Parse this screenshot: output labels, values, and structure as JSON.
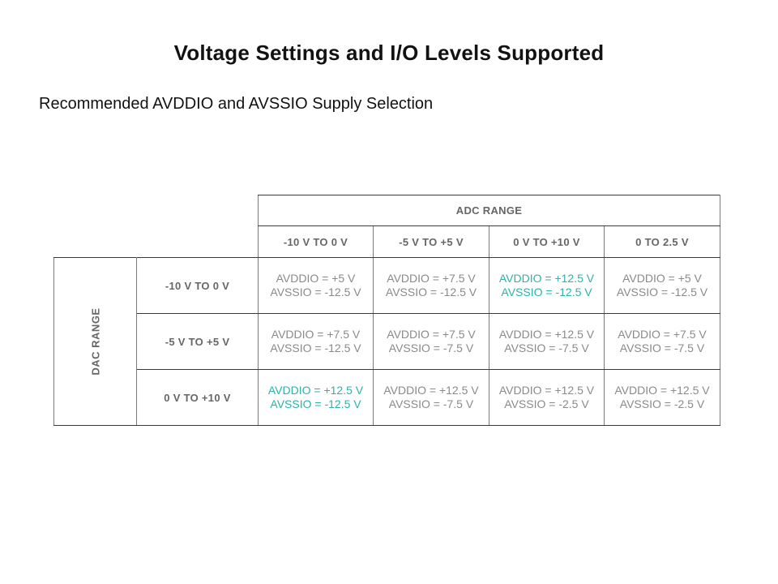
{
  "slide": {
    "title": "Voltage Settings and I/O Levels Supported",
    "subtitle": "Recommended AVDDIO and AVSSIO Supply Selection"
  },
  "colors": {
    "highlight": "#2bb3aa",
    "cell_text": "#8a8a8a",
    "header_text": "#666666",
    "border_v": "#7a7a7a",
    "border_h": "#3a3a3a",
    "title_text": "#121212"
  },
  "table": {
    "column_group_label": "ADC RANGE",
    "row_group_label": "DAC RANGE",
    "column_headers": [
      "-10 V TO 0 V",
      "-5 V TO +5 V",
      "0 V TO +10 V",
      "0 TO 2.5 V"
    ],
    "rows": [
      {
        "label": "-10 V TO 0 V",
        "cells": [
          {
            "line1": "AVDDIO = +5 V",
            "line2": "AVSSIO = -12.5 V",
            "highlighted": false
          },
          {
            "line1": "AVDDIO = +7.5 V",
            "line2": "AVSSIO = -12.5 V",
            "highlighted": false
          },
          {
            "line1": "AVDDIO = +12.5 V",
            "line2": "AVSSIO = -12.5 V",
            "highlighted": true
          },
          {
            "line1": "AVDDIO = +5 V",
            "line2": "AVSSIO = -12.5 V",
            "highlighted": false
          }
        ]
      },
      {
        "label": "-5 V TO +5 V",
        "cells": [
          {
            "line1": "AVDDIO = +7.5 V",
            "line2": "AVSSIO = -12.5 V",
            "highlighted": false
          },
          {
            "line1": "AVDDIO = +7.5 V",
            "line2": "AVSSIO = -7.5 V",
            "highlighted": false
          },
          {
            "line1": "AVDDIO = +12.5 V",
            "line2": "AVSSIO = -7.5 V",
            "highlighted": false
          },
          {
            "line1": "AVDDIO = +7.5 V",
            "line2": "AVSSIO = -7.5 V",
            "highlighted": false
          }
        ]
      },
      {
        "label": "0 V TO +10 V",
        "cells": [
          {
            "line1": "AVDDIO = +12.5 V",
            "line2": "AVSSIO = -12.5 V",
            "highlighted": true
          },
          {
            "line1": "AVDDIO = +12.5 V",
            "line2": "AVSSIO = -7.5 V",
            "highlighted": false
          },
          {
            "line1": "AVDDIO = +12.5 V",
            "line2": "AVSSIO = -2.5 V",
            "highlighted": false
          },
          {
            "line1": "AVDDIO = +12.5 V",
            "line2": "AVSSIO = -2.5 V",
            "highlighted": false
          }
        ]
      }
    ]
  }
}
